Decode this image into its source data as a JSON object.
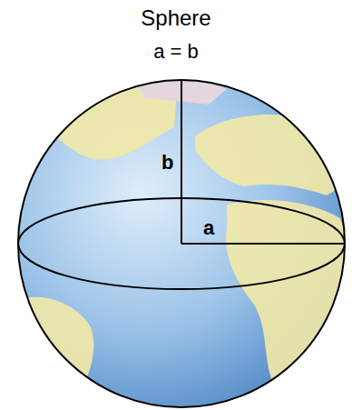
{
  "diagram": {
    "title": "Sphere",
    "labels": [
      "a = b",
      "b",
      "a"
    ]
  }
}
